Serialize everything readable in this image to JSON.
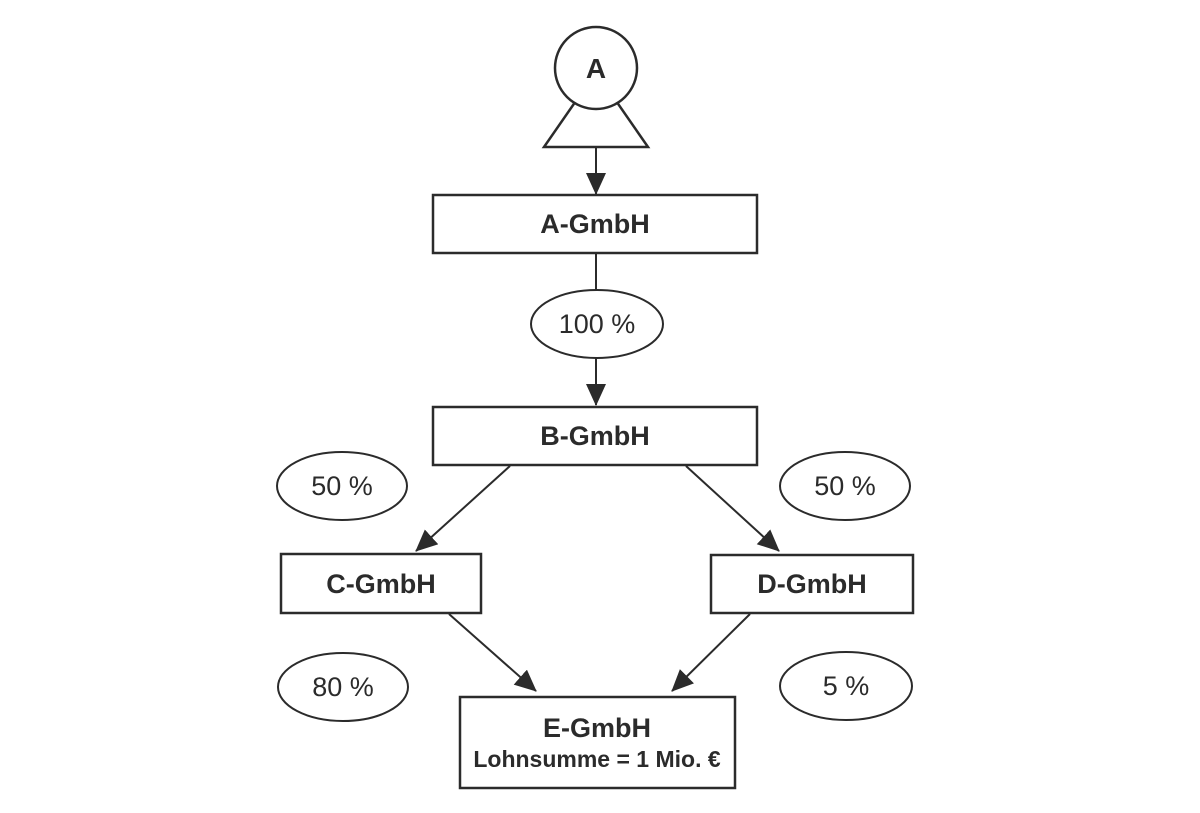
{
  "diagram": {
    "person": {
      "label": "A"
    },
    "boxes": {
      "a": {
        "label": "A-GmbH"
      },
      "b": {
        "label": "B-GmbH"
      },
      "c": {
        "label": "C-GmbH"
      },
      "d": {
        "label": "D-GmbH"
      },
      "e": {
        "label": "E-GmbH",
        "sublabel": "Lohnsumme = 1 Mio. €"
      }
    },
    "shares": {
      "a_to_b": "100 %",
      "b_to_c": "50 %",
      "b_to_d": "50 %",
      "c_to_e": "80 %",
      "d_to_e": "5 %"
    },
    "colors": {
      "line": "#2b2b2b",
      "background": "#ffffff",
      "node_fill": "#ffffff"
    }
  }
}
